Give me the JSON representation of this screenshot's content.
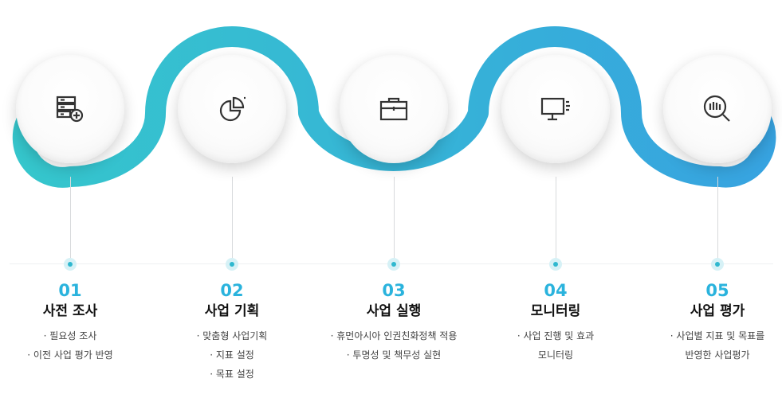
{
  "colors": {
    "wave_start": "#35c6cc",
    "wave_end": "#37a3e0",
    "number": "#2ab3dd",
    "title": "#111111",
    "text": "#444444"
  },
  "steps": [
    {
      "number": "01",
      "title": "사전 조사",
      "icon": "server-add-icon",
      "items": [
        "· 필요성 조사",
        "· 이전 사업 평가 반영"
      ]
    },
    {
      "number": "02",
      "title": "사업 기획",
      "icon": "pie-chart-icon",
      "items": [
        "· 맞춤형 사업기획",
        "· 지표 설정",
        "· 목표 설정"
      ]
    },
    {
      "number": "03",
      "title": "사업 실행",
      "icon": "briefcase-icon",
      "items": [
        "· 휴먼아시아 인권친화정책 적용",
        "· 투명성 및 책무성 실현"
      ]
    },
    {
      "number": "04",
      "title": "모니터링",
      "icon": "monitor-icon",
      "items": [
        "· 사업 진행 및 효과",
        "모니터링"
      ]
    },
    {
      "number": "05",
      "title": "사업 평가",
      "icon": "search-chart-icon",
      "items": [
        "· 사업별 지표 및 목표를",
        "반영한 사업평가"
      ]
    }
  ]
}
